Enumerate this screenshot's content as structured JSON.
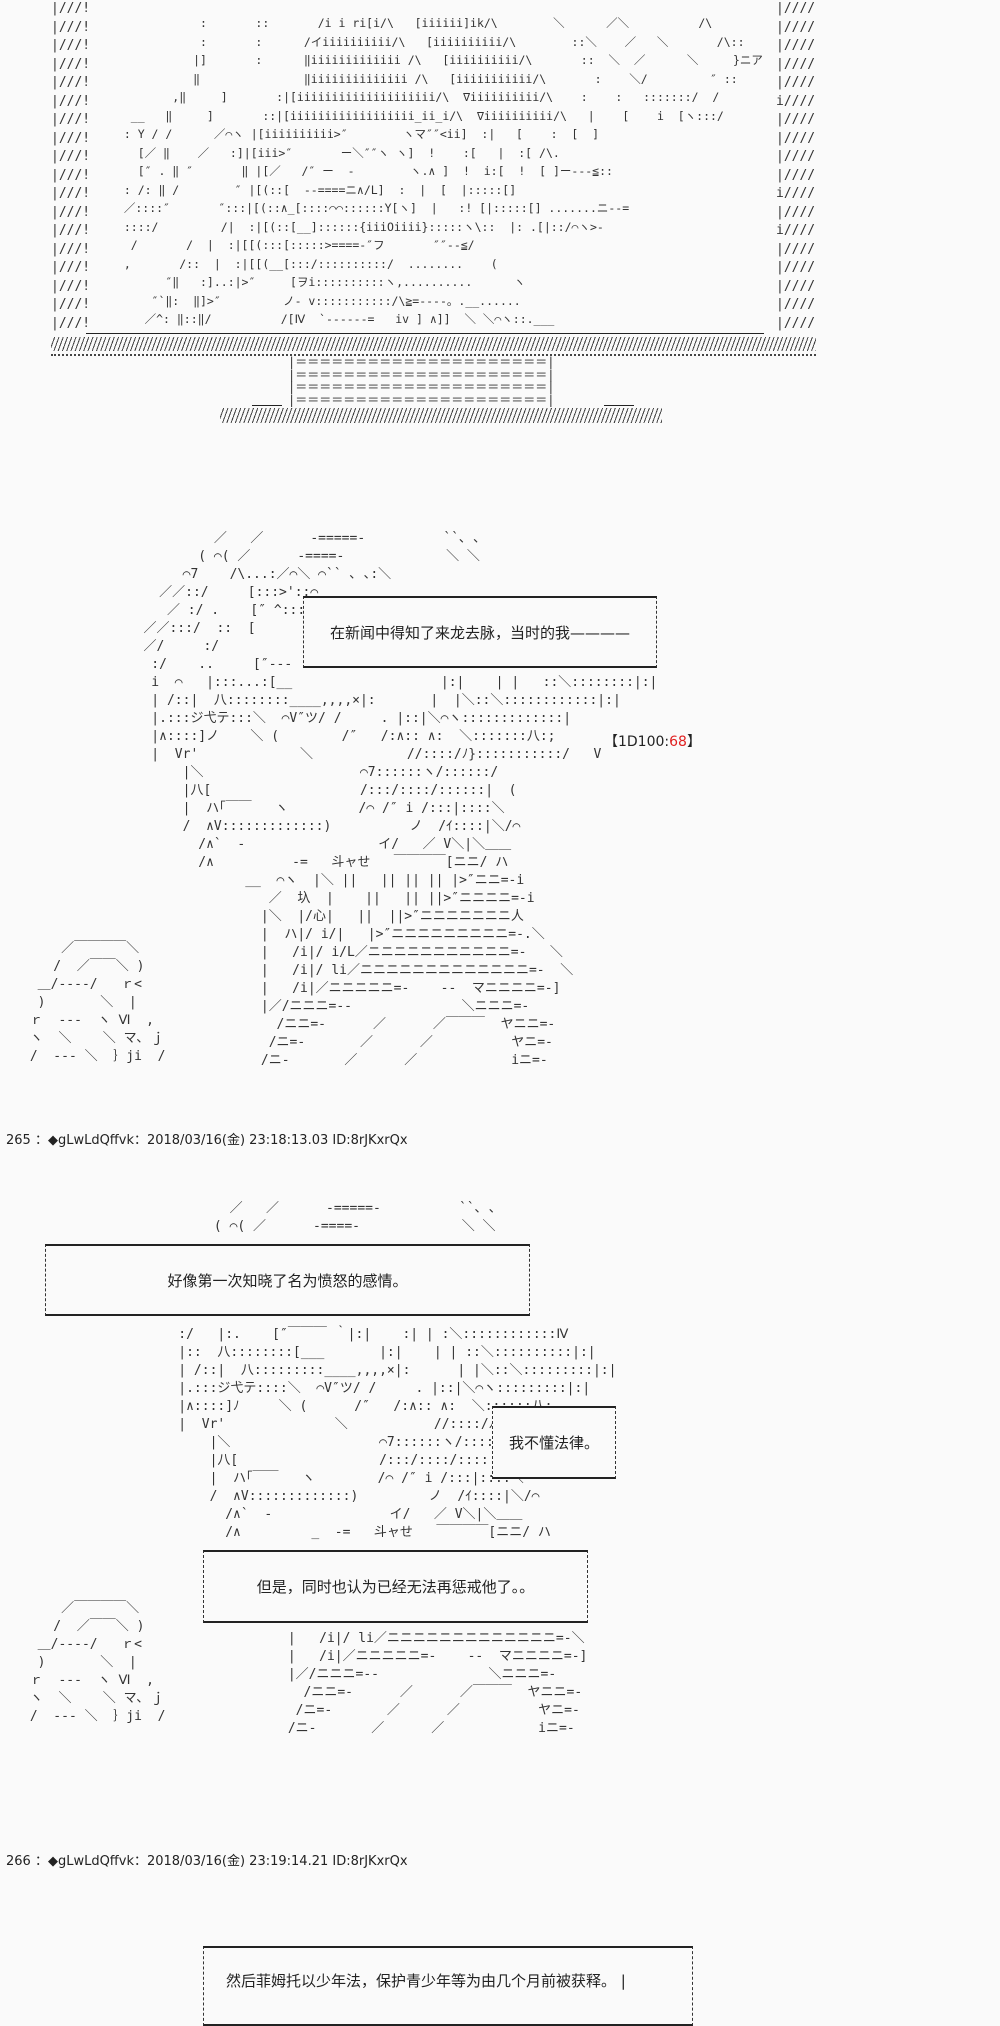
{
  "tv": {
    "left_border": [
      "|///!",
      "|///!",
      "|///!",
      "|///!",
      "|///!",
      "|///!",
      "|///!",
      "|///!",
      "|///!",
      "|///!",
      "|///!",
      "|///!",
      "|///!",
      "|///!",
      "|///!",
      "|///!",
      "|///!",
      "|///!"
    ],
    "right_border": [
      "|////",
      "|////",
      "|////",
      "|////",
      "|////",
      "i////",
      "|////",
      "|////",
      "|////",
      "|////",
      "i////",
      "|////",
      "i////",
      "|////",
      "|////",
      "|////",
      "|////",
      "|////"
    ],
    "screen_art": [
      "             :       ::       /i i ri[i/\\   [iiiiii]ik/\\        ＼      ／＼          /\\",
      "             :       :      /イiiiiiiiiii/\\   [iiiiiiiiii/\\        ::＼    ／   ＼       /\\::",
      "            |]       :      ‖iiiiiiiiiiiii /\\   [iiiiiiiiii/\\       ::  ＼  ／      ＼     }ニア",
      "            ‖               ‖iiiiiiiiiiiiii /\\   [iiiiiiiiiii/\\       :    ＼/         ″ ::",
      "         ,‖     ]       :|[iiiiiiiiiiiiiiiiiiii/\\  ∇iiiiiiiiii/\\    :    :   :::::::/  /",
      "   __   ‖     ]       ::|[iiiiiiiiiiiiiiiiii_ii_i/\\  ∇iiiiiiiiii/\\   |    [    i  [ヽ:::/",
      "  : Y / /      ／⌒ヽ |[iiiiiiiiii>″        ヽマ″″<ii]  :|   [    :  [  ]",
      "    [／ ‖    ／   :]|[iii>″       ー＼″″ヽ ヽ]  !    :[   |  :[ /\\.",
      "    [″ . ‖ ″       ‖ |[／   /″ ー  ‐        ヽ.∧ ]  !  i:[  !  [ ]ー‐‐‐≦::",
      "  : /: ‖ /        ″ |[(::[  ‐‐====ニ∧/L]  :  |  [  |:::::[]",
      "  ／::::″       ″:::|[(::∧_[::::⌒⌒::::::Y[ヽ]  |   :! [|:::::[] .......ニ‐‐=",
      "  ::::/         /|  :|[(::[__]::::::{iiiOiiii}:::::ヽ\\::  |: .[|::/⌒ヽ>‐",
      "   /       /  |  :|[[(:::[:::::>====‐″フ       ″″‐‐≦/",
      "  ,       /::  |  :|[[(__[:::/::::::::::/  ........    (",
      "        ″‖   :]..:|>″     [ヲi::::::::::ヽ,..........      ヽ",
      "      ″`‖:  ‖]>″         ノ‐ v:::::::::::/\\≧=‐‐‐‐。.__......",
      "     ／^: ‖::‖/          /[Ⅳ  `‐‐‐‐‐‐=   iv ] ∧]]  ＼ ＼⌒ヽ::.___"
    ],
    "stand_lines": [
      "|＝＝＝＝＝＝＝＝＝＝＝＝＝＝＝＝＝＝＝＝＝|",
      "|＝＝＝＝＝＝＝＝＝＝＝＝＝＝＝＝＝＝＝＝＝|",
      "|＝＝＝＝＝＝＝＝＝＝＝＝＝＝＝＝＝＝＝＝＝|",
      "|＝＝＝＝＝＝＝＝＝＝＝＝＝＝＝＝＝＝＝＝＝|"
    ],
    "base_line": "／/////////////////////////////////////////////////＼"
  },
  "scene1": {
    "art": [
      "            ／   ／      -=====-          ``､ ､",
      "          ( ⌒( ／      -====-             ＼ ＼",
      "        ⌒7    /\\...:／⌒＼ ⌒`` ､ ､:＼",
      "     ／／::/     [:::>'::⌒",
      "      ／ :/ .    [″ ^:::::",
      "   ／／:::/  ::  [",
      "   ／/     :/    ",
      "    :/    ..     [″‐‐‐",
      "    i  ⌒   |:::...:[__                   |:|    | |   ::＼::::::::|:|",
      "    | /::|  八::::::::____,,,,×|:       |  |＼::＼::::::::::::|:|",
      "    |.:::ジ弋テ:::＼  ⌒V″ツ/ /     . |::|＼⌒ヽ:::::::::::::|",
      "    |∧::::]ノ    ＼ (        /″   /:∧:: ∧:  ＼:::::::八:;",
      "    |  Vr'             ＼            //::::/ﾉ}:::::::::::/   V",
      "        |＼                    ⌒7::::::ヽ/::::::/",
      "        |八[                   /:::/::::/::::::|  (",
      "        |  ハ｢￣￣   ヽ         /⌒ /″ i /:::|::::＼",
      "        /  ∧V:::::::::::::)          ノ  /ｲ::::|＼/⌒",
      "          /∧`  ‐                 イ/   ／ V＼|＼＿＿",
      "          /∧          -=   斗ャせ   ￣￣￣￣[ニニ/ ハ",
      "                __  ⌒ヽ  |＼ ||   || || || |>″ニニ=-i",
      "                   ／  圦  |    ||   || ||>″ニニニニ=-i",
      "                  |＼  |/心|   ||  ||>″ニニニニニニニ人",
      "                  |  ハ|/ i/|   |>″ニニニニニニニニニ=-.＼",
      "                  |   /i|/ i/L／ニニニニニニニニニニニ=-   ＼",
      "                  |   /i|/ li／ニニニニニニニニニニニニニ=-  ＼",
      "                  |   /i|／ニニニニニ=-    ‐‐  マニニニニ=-]",
      "                  |／/ニニニ=-‐              ＼ニニニ=-",
      "                    /ニニ=-      ／      ／￣￣￣  ヤニニ=-",
      "                   /ニ=-       ／      ／          ヤニ=-",
      "                  /ニ-       ／      ／            iニ=-"
    ],
    "left_art": [
      "     ／￣￣￣￣＼",
      "    /  ／￣￣＼ )",
      "  ＿/----/   ｒ<",
      "  )       ＼  |",
      " ｒ  ‐‐‐  ヽ Ⅵ  ,",
      " ヽ  ＼    ＼ マ､ ｊ",
      " /  ‐‐‐ ＼  ｝ji  /"
    ],
    "caption": "在新闻中得知了来龙去脉，当时的我————",
    "dice_prefix": "【1D100:",
    "dice_value": "68",
    "dice_suffix": "】"
  },
  "post265": {
    "header": "265 ：◆gLwLdQffvk：2018/03/16(金) 23:18:13.03 ID:8rJKxrQx"
  },
  "scene2": {
    "head_art": [
      "              ／   ／      -=====-          ``､ ､",
      "            ( ⌒( ／      -====-             ＼ ＼"
    ],
    "art": [
      "          :/   |:.    [″￣￣￣ ｀|:|    :| | :＼::::::::::::Ⅳ",
      "          |::  八::::::::[___       |:|    | | ::＼::::::::::|:|",
      "          | /::|  八:::::::::____,,,,×|:      | |＼::＼:::::::::|:|",
      "          |.:::ジ弋テ::::＼  ⌒V″ツ/ /     . |::|＼⌒ヽ:::::::::|:|",
      "          |∧::::]ﾉ     ＼ (      /″   /:∧:: ∧:  ＼::::::八:.",
      "          |  Vr'              ＼           //::::/ﾉ}::::::::/",
      "              |＼                   ⌒7::::::ヽ/::::/",
      "              |八[                  /:::/::::/::::|  (",
      "              |  ハ｢￣￣   ヽ        /⌒ /″ i /:::|::::＼",
      "              /  ∧V:::::::::::::)         ノ  /ｲ::::|＼/⌒",
      "                /∧`  ‐               イ/   ／ V＼|＼＿＿",
      "                /∧         _  -=   斗ャせ   ￣￣￣￣[ニニ/ ハ"
    ],
    "lower_art": [
      "                        |   /i|/ li／ニニニニニニニニニニニニニ=-＼",
      "                        |   /i|／ニニニニニ=-    ‐‐  マニニニニ=-]",
      "                        |／/ニニニ=-‐              ＼ニニニ=-",
      "                          /ニニ=-      ／      ／￣￣￣  ヤニニ=-",
      "                         /ニ=-       ／      ／          ヤニ=-",
      "                        /ニ-       ／      ／            iニ=-"
    ],
    "left_art": [
      "     ／￣￣￣￣＼",
      "    /  ／￣￣＼ )",
      "  ＿/----/   ｒ<",
      "  )       ＼  |",
      " ｒ  ‐‐‐  ヽ Ⅵ  ,",
      " ヽ  ＼    ＼ マ､ ｊ",
      " /  ‐‐‐ ＼  ｝ji  /"
    ],
    "caption_anger": "好像第一次知晓了名为愤怒的感情。",
    "caption_law": "我不懂法律。",
    "caption_punish": "但是，同时也认为已经无法再惩戒他了。。"
  },
  "post266": {
    "header": "266 ：◆gLwLdQffvk：2018/03/16(金) 23:19:14.21 ID:8rJKxrQx",
    "caption_release": "然后菲姆托以少年法，保护青少年等为由几个月前被获释。 |"
  }
}
